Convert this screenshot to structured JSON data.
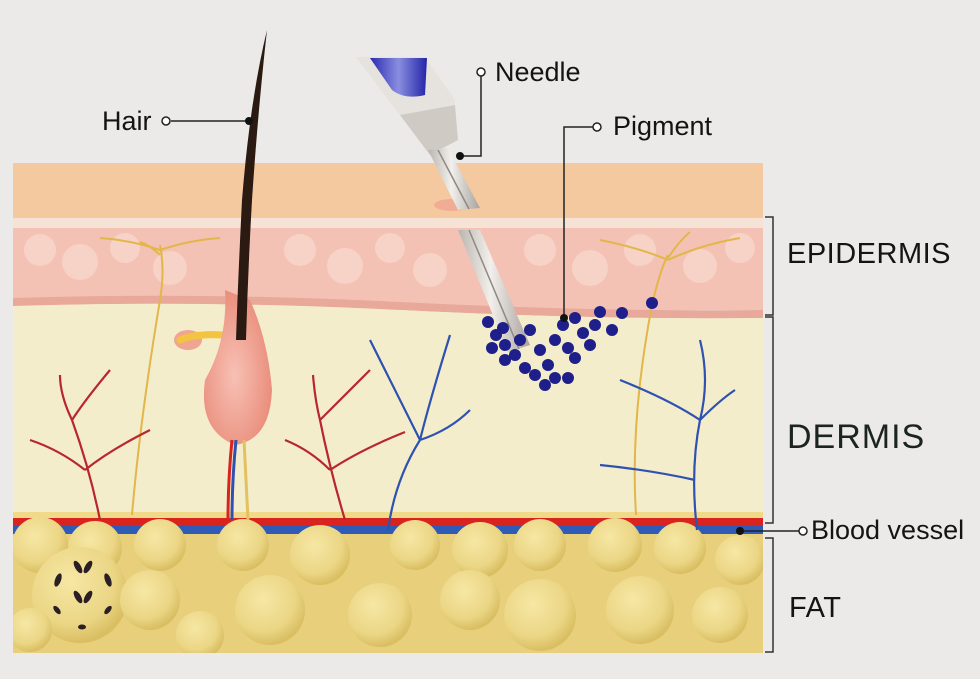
{
  "diagram": {
    "subject": "Tattoo needle depositing pigment into skin layers",
    "callouts": [
      {
        "id": "hair",
        "label": "Hair"
      },
      {
        "id": "needle",
        "label": "Needle"
      },
      {
        "id": "pigment",
        "label": "Pigment"
      },
      {
        "id": "blood_vessel",
        "label": "Blood vessel"
      }
    ],
    "layers": [
      {
        "id": "epidermis",
        "label": "EPIDERMIS"
      },
      {
        "id": "dermis",
        "label": "DERMIS"
      },
      {
        "id": "fat",
        "label": "FAT"
      }
    ],
    "colors": {
      "background": "#ebeae8",
      "stratum_corneum": "#f5c9a0",
      "epidermis": "#f3c2b4",
      "dermis": "#f4edcc",
      "fat": "#e8cf7c",
      "artery": "#d8231e",
      "vein": "#2d5bb5",
      "pigment": "#1e1f8a",
      "nerve": "#e3b649",
      "follicle": "#ee9f8c",
      "hair": "#2b1a12",
      "needle": "#d9d4cf"
    }
  }
}
